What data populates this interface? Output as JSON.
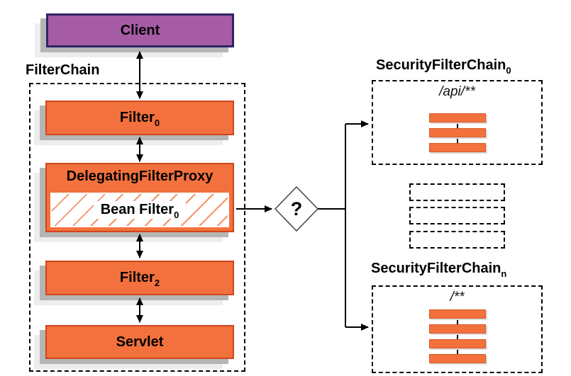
{
  "client": {
    "label": "Client"
  },
  "filter_chain": {
    "label": "FilterChain",
    "nodes": {
      "filter0": {
        "label": "Filter",
        "subscript": "0"
      },
      "delegating_filter_proxy": {
        "label": "DelegatingFilterProxy"
      },
      "bean_filter": {
        "label": "Bean Filter",
        "subscript": "0"
      },
      "filter2": {
        "label": "Filter",
        "subscript": "2"
      },
      "servlet": {
        "label": "Servlet"
      }
    }
  },
  "decision": {
    "label": "?"
  },
  "security_filter_chain_0": {
    "title": "SecurityFilterChain",
    "subscript": "0",
    "url_pattern": "/api/**",
    "filter_count": 3
  },
  "middle_placeholders": {
    "count": 3
  },
  "security_filter_chain_n": {
    "title": "SecurityFilterChain",
    "subscript": "n",
    "url_pattern": "/**",
    "filter_count": 4
  },
  "colors": {
    "box_orange": "#F2713D",
    "box_orange_border": "#CE451E",
    "hatch_orange": "#F49468",
    "client_purple": "#A55CA5",
    "client_purple_border": "#2F2366",
    "shadow_gray": "#B5B5B5",
    "shadow_light_gray": "#EDEDED",
    "line_black": "#000000"
  }
}
